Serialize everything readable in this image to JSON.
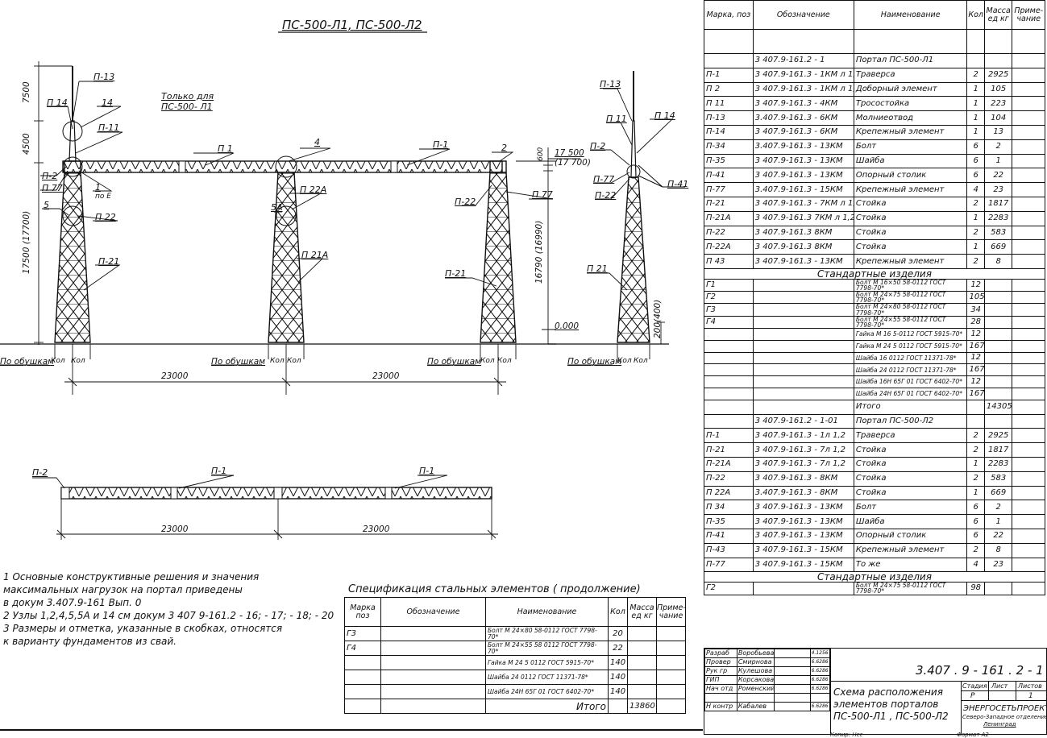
{
  "title": "ПС-500-Л1, ПС-500-Л2",
  "elevation": {
    "callouts": [
      "П-13",
      "П 14",
      "14",
      "П-11",
      "Только для",
      "ПС-500- Л1",
      "П 1",
      "4",
      "П-1",
      "2",
      "П-2",
      "П 77",
      "1",
      "по Е",
      "5",
      "П 22",
      "5А",
      "П 22А",
      "П-22",
      "П 77",
      "П-21",
      "П 21А",
      "П-21",
      "П-13",
      "П 11",
      "П 14",
      "П-2",
      "П-77",
      "П-22",
      "П-41",
      "П 21"
    ],
    "dims": [
      "7500",
      "4500",
      "17500 (17700)",
      "16790 (16990)",
      "600",
      "17 500",
      "(17 700)",
      "0.000",
      "200(400)",
      "23000",
      "23000"
    ],
    "ground_labels": [
      "По обушкам",
      "Кол",
      "Кол",
      "По обушкам",
      "Кол",
      "Кол",
      "По обушкам",
      "Кол",
      "Кол",
      "По обушкам",
      "Кол",
      "Кол"
    ]
  },
  "plan": {
    "callouts": [
      "П-2",
      "П-1",
      "П-1"
    ],
    "dims": [
      "23000",
      "23000"
    ]
  },
  "notes": [
    "1 Основные конструктивные решения и значения",
    "   максимальных нагрузок на портал приведены",
    "   в докум 3.407.9-161  Вып. 0",
    "2 Узлы 1,2,4,5,5А и 14 см докум 3 407 9-161.2 - 16; - 17; - 18; - 20",
    "3 Размеры и отметка, указанные в скобках, относятся",
    "   к варианту фундаментов из свай."
  ],
  "spec_cont": {
    "caption": "Спецификация стальных элементов ( продолжение)",
    "headers": [
      "Марка поз",
      "Обозначение",
      "Наименование",
      "Кол",
      "Масса ед кг",
      "Приме- чание"
    ],
    "rows": [
      [
        "Г3",
        "",
        "Болт М 24×80 58-0112 ГОСТ 7798-70*",
        "20",
        "",
        ""
      ],
      [
        "Г4",
        "",
        "Болт М 24×55 58 0112 ГОСТ 7798-70*",
        "22",
        "",
        ""
      ],
      [
        "",
        "",
        "Гайка М 24 5 0112 ГОСТ 5915-70*",
        "140",
        "",
        ""
      ],
      [
        "",
        "",
        "Шайба 24 0112 ГОСТ 11371-78*",
        "140",
        "",
        ""
      ],
      [
        "",
        "",
        "Шайба 24Н 65Г 01 ГОСТ 6402-70*",
        "140",
        "",
        ""
      ],
      [
        "",
        "",
        "Итого",
        "",
        "13860",
        ""
      ]
    ]
  },
  "spec_main": {
    "headers": [
      "Марка, поз",
      "Обозначение",
      "Наименование",
      "Кол",
      "Масса ед кг",
      "Приме- чание"
    ],
    "rows": [
      [
        "",
        "",
        "",
        "",
        "",
        "",
        "r"
      ],
      [
        "",
        "3 407.9-161.2 - 1",
        "Портал ПС-500-Л1",
        "",
        "",
        "",
        "r"
      ],
      [
        "П-1",
        "3 407.9-161.3 - 1КМ л 1,2",
        "Траверса",
        "2",
        "2925",
        "",
        "r"
      ],
      [
        "П 2",
        "3 407.9-161.3 - 1КМ л 1,2",
        "Доборный элемент",
        "1",
        "105",
        "",
        "r"
      ],
      [
        "П 11",
        "3 407.9-161.3 - 4КМ",
        "Тросостойка",
        "1",
        "223",
        "",
        "r"
      ],
      [
        "П-13",
        "3.407.9-161.3 - 6КМ",
        "Молниеотвод",
        "1",
        "104",
        "",
        "r"
      ],
      [
        "П-14",
        "3 407.9-161.3 - 6КМ",
        "Крепежный элемент",
        "1",
        "13",
        "",
        "r"
      ],
      [
        "П-34",
        "3.407.9-161.3 - 13КМ",
        "Болт",
        "6",
        "2",
        "",
        "r"
      ],
      [
        "П-35",
        "3 407.9-161.3 - 13КМ",
        "Шайба",
        "6",
        "1",
        "",
        "r"
      ],
      [
        "П-41",
        "3 407.9-161.3 - 13КМ",
        "Опорный столик",
        "6",
        "22",
        "",
        "r"
      ],
      [
        "П-77",
        "3.407.9-161.3 - 15КМ",
        "Крепежный элемент",
        "4",
        "23",
        "",
        "r"
      ],
      [
        "П-21",
        "3 407.9-161.3 - 7КМ л 1,2",
        "Стойка",
        "2",
        "1817",
        "",
        "r"
      ],
      [
        "П-21А",
        "3 407.9-161.3  7КМ л 1,2",
        "Стойка",
        "1",
        "2283",
        "",
        "r"
      ],
      [
        "П-22",
        "3 407.9-161.3  8КМ",
        "Стойка",
        "2",
        "583",
        "",
        "r"
      ],
      [
        "П-22А",
        "3 407.9-161.3  8КМ",
        "Стойка",
        "1",
        "669",
        "",
        "r"
      ],
      [
        "П 43",
        "3 407.9-161.3 - 13КМ",
        "Крепежный элемент",
        "2",
        "8",
        "",
        "r"
      ],
      [
        "",
        "",
        "Стандартные изделия",
        "",
        "",
        "",
        "s"
      ],
      [
        "Г1",
        "",
        "Болт М 16×50 58-0112 ГОСТ 7798-70*",
        "12",
        "",
        "",
        "m"
      ],
      [
        "Г2",
        "",
        "Болт М 24×75 58-0112 ГОСТ 7798-70*",
        "105",
        "",
        "",
        "m"
      ],
      [
        "Г3",
        "",
        "Болт М 24×80 58-0112 ГОСТ 7798-70*",
        "34",
        "",
        "",
        "m"
      ],
      [
        "Г4",
        "",
        "Болт М 24×55 58-0112 ГОСТ 7798-70*",
        "28",
        "",
        "",
        "m"
      ],
      [
        "",
        "",
        "Гайка М 16 5-0112 ГОСТ 5915-70*",
        "12",
        "",
        "",
        "m"
      ],
      [
        "",
        "",
        "Гайка М 24 5 0112 ГОСТ 5915-70*",
        "167",
        "",
        "",
        "m"
      ],
      [
        "",
        "",
        "Шайба 16 0112 ГОСТ 11371-78*",
        "12",
        "",
        "",
        "m"
      ],
      [
        "",
        "",
        "Шайба 24 0112 ГОСТ 11371-78*",
        "167",
        "",
        "",
        "m"
      ],
      [
        "",
        "",
        "Шайба 16Н 65Г 01 ГОСТ 6402-70*",
        "12",
        "",
        "",
        "m"
      ],
      [
        "",
        "",
        "Шайба 24Н 65Г 01 ГОСТ 6402-70*",
        "167",
        "",
        "",
        "m"
      ],
      [
        "",
        "",
        "Итого",
        "",
        "14305",
        "",
        "r"
      ],
      [
        "",
        "3 407.9-161.2 - 1-01",
        "Портал ПС-500-Л2",
        "",
        "",
        "",
        "r"
      ],
      [
        "П-1",
        "3 407.9-161.3 - 1л 1,2",
        "Траверса",
        "2",
        "2925",
        "",
        "r"
      ],
      [
        "П-21",
        "3 407.9-161.3 - 7л 1,2",
        "Стойка",
        "2",
        "1817",
        "",
        "r"
      ],
      [
        "П-21А",
        "3 407.9-161.3 - 7л 1,2",
        "Стойка",
        "1",
        "2283",
        "",
        "r"
      ],
      [
        "П-22",
        "3 407.9-161.3 - 8КМ",
        "Стойка",
        "2",
        "583",
        "",
        "r"
      ],
      [
        "П 22А",
        "3.407.9-161.3 - 8КМ",
        "Стойка",
        "1",
        "669",
        "",
        "r"
      ],
      [
        "П 34",
        "3 407.9-161.3 - 13КМ",
        "Болт",
        "6",
        "2",
        "",
        "r"
      ],
      [
        "П-35",
        "3 407.9-161.3 - 13КМ",
        "Шайба",
        "6",
        "1",
        "",
        "r"
      ],
      [
        "П-41",
        "3 407.9-161.3 - 13КМ",
        "Опорный столик",
        "6",
        "22",
        "",
        "r"
      ],
      [
        "П-43",
        "3 407.9-161.3 - 15КМ",
        "Крепежный элемент",
        "2",
        "8",
        "",
        "r"
      ],
      [
        "П-77",
        "3 407.9-161.3 - 15КМ",
        "То же",
        "4",
        "23",
        "",
        "r"
      ],
      [
        "",
        "",
        "Стандартные изделия",
        "",
        "",
        "",
        "s"
      ],
      [
        "Г2",
        "",
        "Болт М 24×75 58-0112 ГОСТ 7798-70*",
        "98",
        "",
        "",
        "m"
      ]
    ]
  },
  "title_block": {
    "doc_number": "3.407 . 9 - 161 . 2 - 1",
    "roles": [
      "Разраб",
      "Провер",
      "Рук гр",
      "ГИП",
      "Нач отд",
      "",
      "Н контр"
    ],
    "names": [
      "Воробьева",
      "Смирнова",
      "Кулешова",
      "Корсакова",
      "Роменский",
      "",
      "Кабалев"
    ],
    "dates": [
      "4.1256",
      "6.6286",
      "6.6286",
      "6.6286",
      "6.6286",
      "",
      "6.6286"
    ],
    "sheet_title": [
      "Схема расположения",
      "элементов порталов",
      "ПС-500-Л1 , ПС-500-Л2"
    ],
    "stage_headers": [
      "Стадия",
      "Лист",
      "Листов"
    ],
    "stage_values": [
      "Р",
      "",
      "1"
    ],
    "org": [
      "ЭНЕРГОСЕТЬПРОЕКТ",
      "Северо-Западное отделение",
      "Ленинград"
    ],
    "footer_left": "Копир: Нсс",
    "footer_right": "Формат А2"
  }
}
